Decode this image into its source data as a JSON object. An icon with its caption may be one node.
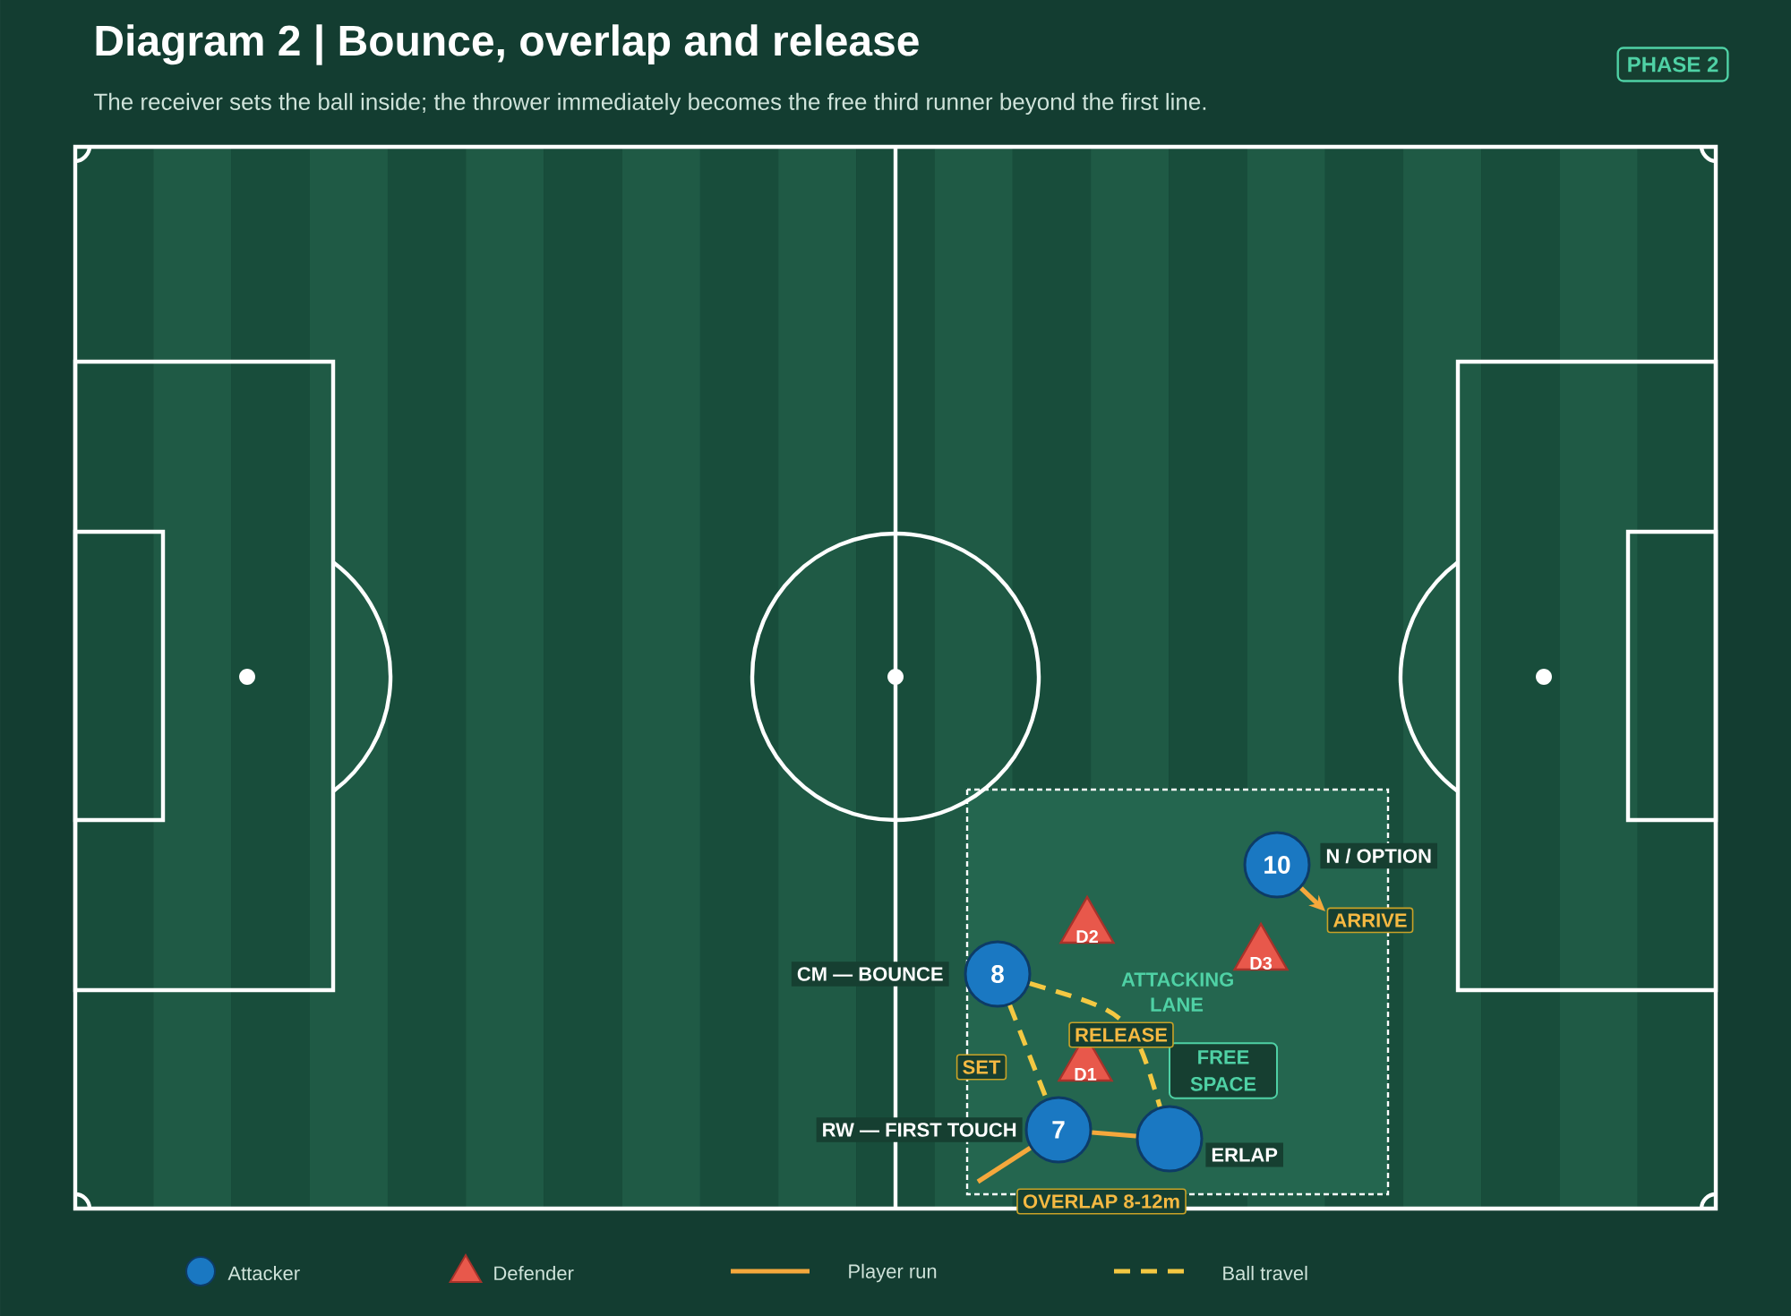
{
  "diagram": {
    "title": "Diagram 2 | Bounce, overlap and release",
    "nodes": [
      {
        "text": [
          "PHASE 2"
        ]
      },
      {
        "text": [
          "10"
        ],
        "beside": [
          "N / OPTION"
        ]
      },
      {
        "text": [
          "8"
        ],
        "beside": [
          "CM — BOUNCE"
        ]
      },
      {
        "text": [
          "7"
        ],
        "beside": [
          "RW — FIRST TOUCH"
        ]
      },
      {
        "text": [],
        "shape": "circle",
        "beside": [
          "ERLAP"
        ]
      },
      {
        "text": [
          "D2"
        ]
      },
      {
        "text": [
          "D3"
        ]
      },
      {
        "text": [
          "D1"
        ]
      },
      {
        "text": [
          "FREE SPACE"
        ]
      }
    ],
    "edges": [
      {
        "from": 1,
        "to": null,
        "arrow": "to",
        "label": "ARRIVE"
      },
      {
        "from": 2,
        "to": 3,
        "arrow": "none",
        "style": "dashed",
        "color": "#f4c842",
        "label": "SET"
      },
      {
        "from": 2,
        "to": 4,
        "arrow": "none",
        "style": "dashed",
        "color": "#f4c842",
        "label": "RELEASE"
      },
      {
        "from": null,
        "to": 3,
        "arrow": "none"
      },
      {
        "from": 3,
        "to": 4,
        "arrow": "none",
        "label": "OVERLAP 8-12m"
      }
    ],
    "labels": [
      "The receiver sets the ball inside; the thrower immediately becomes the free third runner beyond the first line.",
      "ATTACKING LANE"
    ],
    "legend": [
      {
        "text": "Attacker"
      },
      {
        "text": "Defender"
      },
      {
        "text": "Player run"
      },
      {
        "text": "Ball travel"
      }
    ]
  }
}
